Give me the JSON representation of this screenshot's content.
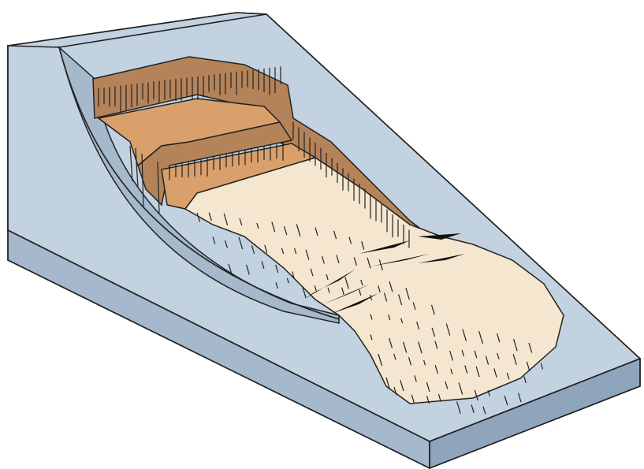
{
  "diagram": {
    "kind": "slope-block-diagram",
    "labels": [],
    "colors": {
      "background": "#ffffff",
      "slope_top": "#c3d2e0",
      "slope_front": "#a5b8cc",
      "slope_side": "#8fa5bb",
      "scarp_wall": "#b5835a",
      "slump_block_top": "#d9a06b",
      "debris_flow": "#f5e6cf",
      "crack_fill": "#111111",
      "outline": "#222222"
    },
    "features": [
      "main-scarp",
      "rotated-slump-block-upper",
      "rotated-slump-block-lower",
      "curved-rupture-surface",
      "earthflow-body",
      "transverse-cracks",
      "earthflow-toe"
    ]
  }
}
